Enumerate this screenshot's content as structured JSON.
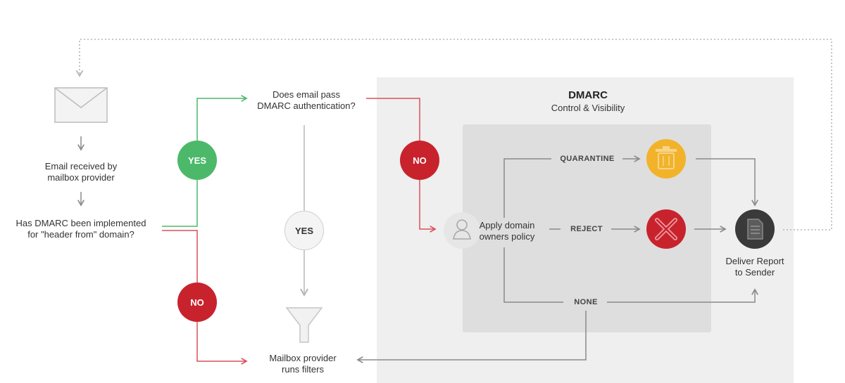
{
  "dmarc": {
    "title": "DMARC",
    "subtitle": "Control & Visibility"
  },
  "steps": {
    "received": [
      "Email received by",
      "mailbox provider"
    ],
    "implemented": [
      "Has DMARC been implemented",
      "for \"header from\" domain?"
    ],
    "pass": [
      "Does email pass",
      "DMARC authentication?"
    ],
    "policy": [
      "Apply domain",
      "owners policy"
    ],
    "filters": [
      "Mailbox provider",
      "runs filters"
    ],
    "report": [
      "Deliver Report",
      "to Sender"
    ]
  },
  "decisions": {
    "yes_green": "YES",
    "yes_grey": "YES",
    "no_top": "NO",
    "no_bottom": "NO"
  },
  "policies": {
    "quarantine": "QUARANTINE",
    "reject": "REJECT",
    "none": "NONE"
  },
  "colors": {
    "green": "#4cb96a",
    "red": "#c8232d",
    "yellow": "#f2b32a",
    "dark": "#3a3a3a",
    "panel_outer": "#eeeeee",
    "panel_inner": "#dedede"
  },
  "icons": [
    "envelope-icon",
    "user-icon",
    "trash-icon",
    "x-icon",
    "document-icon",
    "funnel-icon"
  ]
}
